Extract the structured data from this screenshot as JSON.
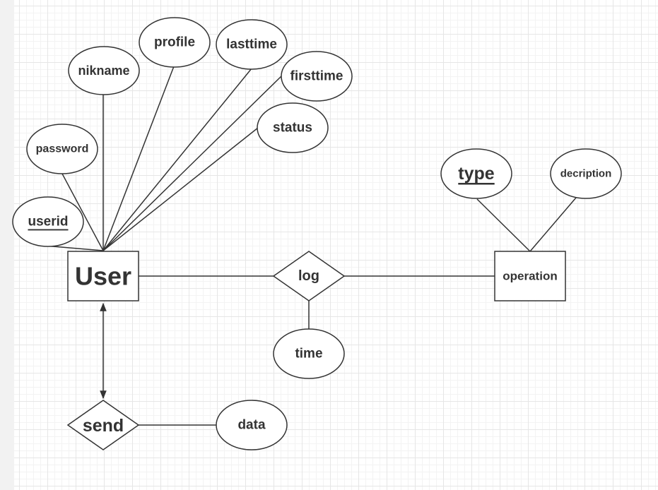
{
  "diagram": {
    "entities": {
      "user": "User",
      "operation": "operation"
    },
    "relationships": {
      "log": "log",
      "send": "send"
    },
    "attributes": {
      "userid": "userid",
      "password": "password",
      "nikname": "nikname",
      "profile": "profile",
      "lasttime": "lasttime",
      "firsttime": "firsttime",
      "status": "status",
      "type": "type",
      "decription": "decription",
      "time": "time",
      "data": "data"
    }
  }
}
